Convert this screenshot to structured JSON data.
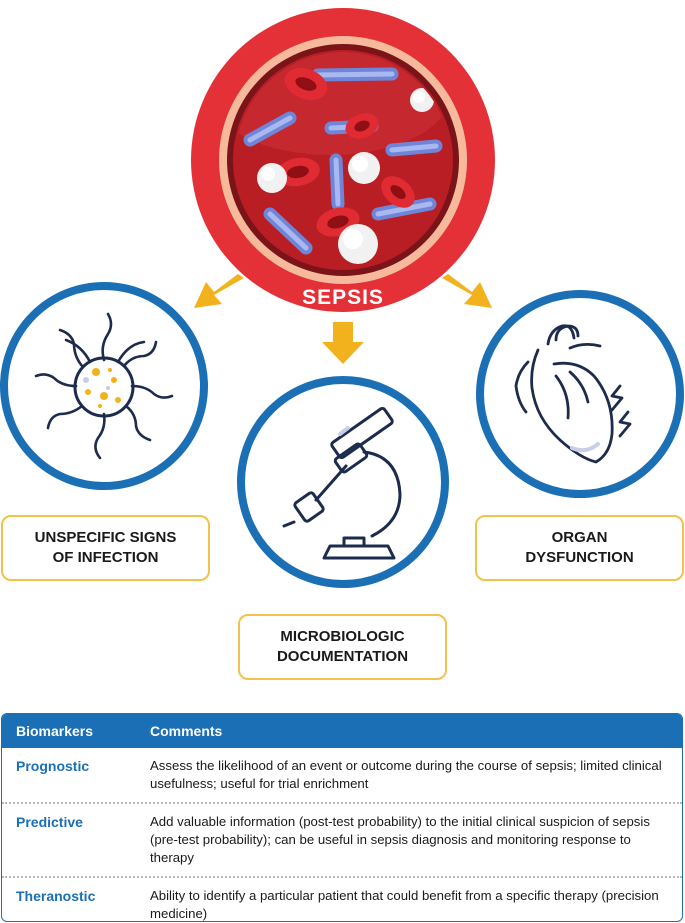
{
  "diagram": {
    "center_label": "SEPSIS",
    "colors": {
      "red": "#e43137",
      "blue": "#1b6fb5",
      "yellow": "#f2b21e",
      "box_border": "#f2c14e",
      "navy": "#1d2b4d"
    },
    "nodes": [
      {
        "icon": "microbe-icon",
        "label": "UNSPECIFIC SIGNS\nOF INFECTION"
      },
      {
        "icon": "microscope-icon",
        "label": "MICROBIOLOGIC\nDOCUMENTATION"
      },
      {
        "icon": "heart-icon",
        "label": "ORGAN\nDYSFUNCTION"
      }
    ]
  },
  "table": {
    "headers": [
      "Biomarkers",
      "Comments"
    ],
    "rows": [
      {
        "name": "Prognostic",
        "comment": "Assess the likelihood of an event or outcome during the course of sepsis; limited clinical usefulness; useful for trial enrichment"
      },
      {
        "name": "Predictive",
        "comment": "Add valuable information (post-test probability) to the initial clinical suspicion of sepsis (pre-test probability); can be useful in sepsis diagnosis and monitoring response to therapy"
      },
      {
        "name": "Theranostic",
        "comment": "Ability to identify a particular patient that could benefit from a specific therapy (precision medicine)"
      }
    ]
  }
}
